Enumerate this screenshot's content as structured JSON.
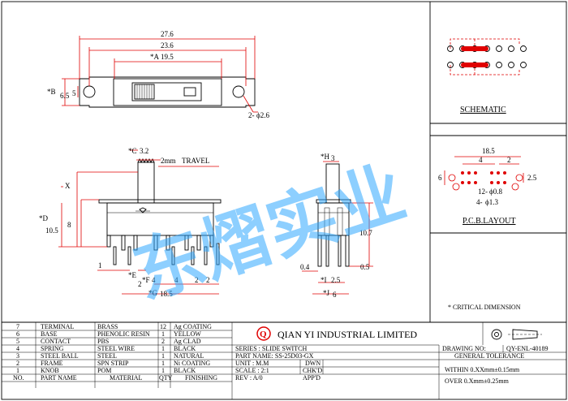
{
  "top_view": {
    "dims": [
      "27.6",
      "23.6",
      "*A",
      "19.5",
      "*B",
      "6.5",
      "5",
      "2-",
      "ϕ2.6"
    ]
  },
  "front_view": {
    "dims": [
      "*C",
      "3.2",
      "2mm",
      "TRAVEL",
      "X",
      "*D",
      "10.5",
      "8",
      "1",
      "*E",
      "2",
      "*F",
      "4",
      "4",
      "2",
      "2",
      "*G",
      "18.5"
    ]
  },
  "side_view": {
    "dims": [
      "*H",
      "3",
      "10.7",
      "0.4",
      "0.5",
      "*I",
      "2.5",
      "*J",
      "6"
    ]
  },
  "schematic": {
    "title": "SCHEMATIC"
  },
  "pcb": {
    "title": "P.C.B.LAYOUT",
    "dims": [
      "18.5",
      "4",
      "2",
      "6",
      "2.5",
      "12-",
      "ϕ0.8",
      "4-",
      "ϕ1.3"
    ]
  },
  "critical": "* CRITICAL  DIMENSION",
  "watermark": "东熠实业",
  "title_block": {
    "bom": [
      {
        "no": "7",
        "part": "TERMINAL",
        "material": "BRASS",
        "qty": "12",
        "finish": "Ag COATING"
      },
      {
        "no": "6",
        "part": "BASE",
        "material": "PHENOLIC RESIN",
        "qty": "1",
        "finish": "YELLOW"
      },
      {
        "no": "5",
        "part": "CONTACT",
        "material": "PBS",
        "qty": "2",
        "finish": "Ag CLAD"
      },
      {
        "no": "4",
        "part": "SPRING",
        "material": "STEEL WIRE",
        "qty": "1",
        "finish": "BLACK"
      },
      {
        "no": "3",
        "part": "STEEL BALL",
        "material": "STEEL",
        "qty": "1",
        "finish": "NATURAL"
      },
      {
        "no": "2",
        "part": "FRAME",
        "material": "SPN STRIP",
        "qty": "1",
        "finish": "Ni COATING"
      },
      {
        "no": "1",
        "part": "KNOB",
        "material": "POM",
        "qty": "1",
        "finish": "BLACK"
      }
    ],
    "bom_header": {
      "no": "NO.",
      "part": "PART NAME",
      "material": "MATERIAL",
      "qty": "QTY",
      "finish": "FINISHING"
    },
    "logo_letter": "Q",
    "company": "QIAN  YI  INDUSTRIAL  LIMITED",
    "series": "SERIES : SLIDE SWITCH",
    "part_name": "PART NAME: SS-25D03-GX",
    "unit": "UNIT : M.M",
    "scale": "SCALE : 2:1",
    "rev": "REV  :  A/0",
    "dwn": "DWN",
    "chkd": "CHK'D",
    "appd": "APP'D",
    "drawing_no_label": "DRAWING NO:",
    "drawing_no": "QY-ENL-40189",
    "tolerance_title": "GENERAL TOLERANCE",
    "tol1": "WITHIN  0.XXmm±0.15mm",
    "tol2": "OVER    0.Xmm±0.25mm"
  }
}
